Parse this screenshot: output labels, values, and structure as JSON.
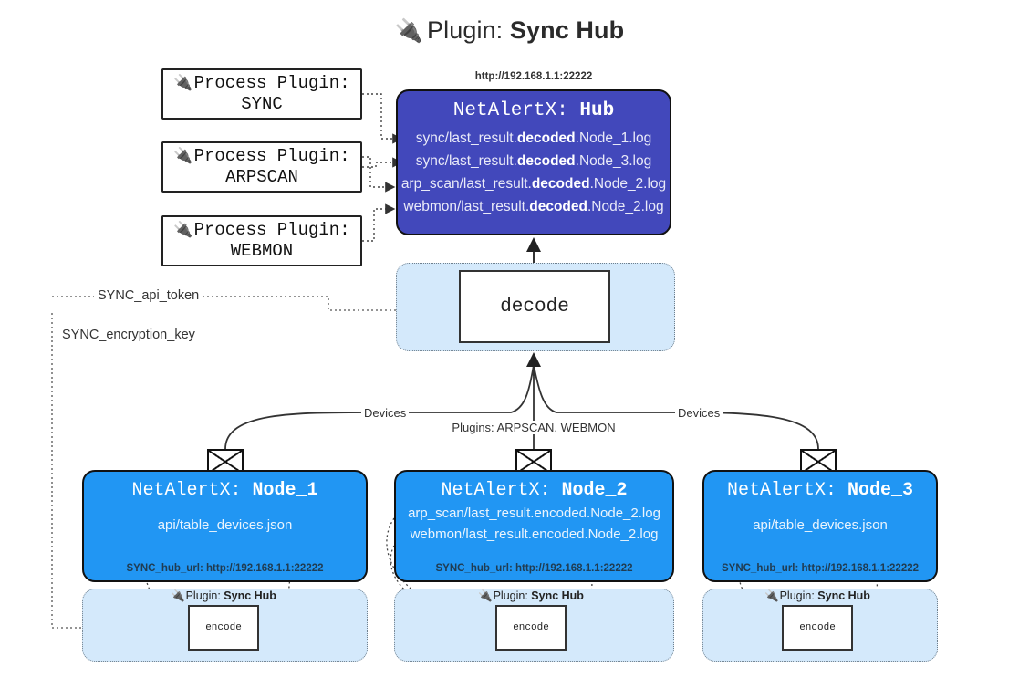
{
  "header": {
    "plug_icon": "🔌",
    "prefix": "Plugin: ",
    "title": "Sync Hub"
  },
  "process_plugins": [
    {
      "icon": "🔌",
      "line1": "Process Plugin:",
      "line2": "SYNC"
    },
    {
      "icon": "🔌",
      "line1": "Process Plugin:",
      "line2": "ARPSCAN"
    },
    {
      "icon": "🔌",
      "line1": "Process Plugin:",
      "line2": "WEBMON"
    }
  ],
  "hub": {
    "url_label": "http://192.168.1.1:22222",
    "title_prefix": "NetAlertX: ",
    "title_name": "Hub",
    "lines": [
      {
        "pre": "sync/last_result.",
        "strong": "decoded",
        "post": ".Node_1.log"
      },
      {
        "pre": "sync/last_result.",
        "strong": "decoded",
        "post": ".Node_3.log"
      },
      {
        "pre": "arp_scan/last_result.",
        "strong": "decoded",
        "post": ".Node_2.log"
      },
      {
        "pre": "webmon/last_result.",
        "strong": "decoded",
        "post": ".Node_2.log"
      }
    ]
  },
  "decode": {
    "label": "decode"
  },
  "secrets": [
    {
      "label": "SYNC_api_token"
    },
    {
      "label": "SYNC_encryption_key"
    }
  ],
  "edge_labels": {
    "devices_left": "Devices",
    "plugins_center": "Plugins: ARPSCAN, WEBMON",
    "devices_right": "Devices"
  },
  "nodes": [
    {
      "title_prefix": "NetAlertX: ",
      "title_name": "Node_1",
      "lines": [
        "api/table_devices.json"
      ],
      "footer": "SYNC_hub_url: http://192.168.1.1:22222"
    },
    {
      "title_prefix": "NetAlertX: ",
      "title_name": "Node_2",
      "lines": [
        "arp_scan/last_result.encoded.Node_2.log",
        "webmon/last_result.encoded.Node_2.log"
      ],
      "footer": "SYNC_hub_url: http://192.168.1.1:22222"
    },
    {
      "title_prefix": "NetAlertX: ",
      "title_name": "Node_3",
      "lines": [
        "api/table_devices.json"
      ],
      "footer": "SYNC_hub_url: http://192.168.1.1:22222"
    }
  ],
  "encoders": [
    {
      "plug": "🔌",
      "label_prefix": "Plugin: ",
      "label_name": "Sync Hub",
      "box": "encode"
    },
    {
      "plug": "🔌",
      "label_prefix": "Plugin: ",
      "label_name": "Sync Hub",
      "box": "encode"
    },
    {
      "plug": "🔌",
      "label_prefix": "Plugin: ",
      "label_name": "Sync Hub",
      "box": "encode"
    }
  ],
  "colors": {
    "hub": "#4248bb",
    "node": "#2196f3",
    "panel": "#d4e9fb",
    "stroke": "#111111"
  }
}
